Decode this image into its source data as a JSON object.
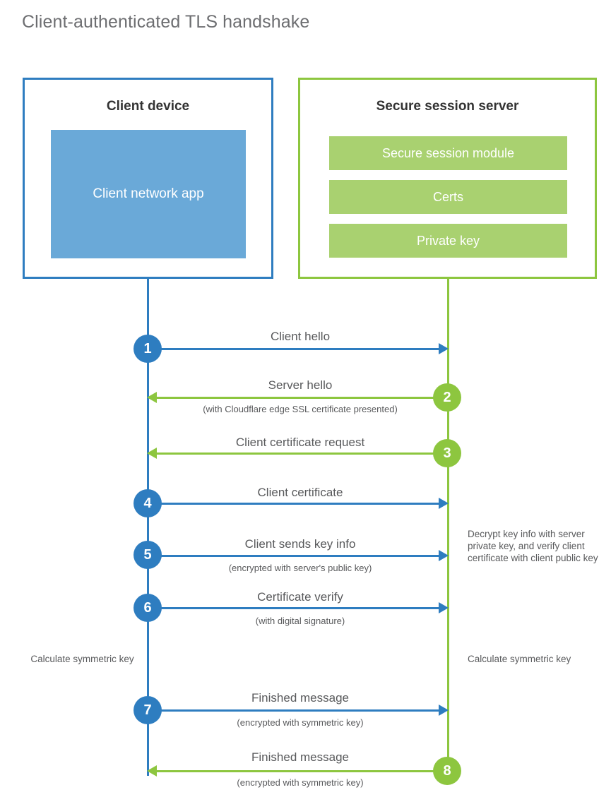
{
  "title": "Client-authenticated TLS handshake",
  "colors": {
    "blue_line": "#2e7dc0",
    "blue_fill": "#6aa9d8",
    "green_line": "#8dc63f",
    "green_fill": "#a9d170",
    "text": "#58595b",
    "title_text": "#6d6e71",
    "heading_text": "#333333"
  },
  "client": {
    "title": "Client device",
    "app_label": "Client network app"
  },
  "server": {
    "title": "Secure session server",
    "components": [
      {
        "label": "Secure session module"
      },
      {
        "label": "Certs"
      },
      {
        "label": "Private key"
      }
    ]
  },
  "steps": [
    {
      "number": "1",
      "label": "Client hello",
      "sub": "",
      "direction": "client-to-server",
      "color": "blue"
    },
    {
      "number": "2",
      "label": "Server hello",
      "sub": "(with Cloudflare edge SSL certificate presented)",
      "direction": "server-to-client",
      "color": "green"
    },
    {
      "number": "3",
      "label": "Client certificate request",
      "sub": "",
      "direction": "server-to-client",
      "color": "green"
    },
    {
      "number": "4",
      "label": "Client certificate",
      "sub": "",
      "direction": "client-to-server",
      "color": "blue"
    },
    {
      "number": "5",
      "label": "Client sends key info",
      "sub": "(encrypted with server's public key)",
      "direction": "client-to-server",
      "color": "blue"
    },
    {
      "number": "6",
      "label": "Certificate verify",
      "sub": "(with digital signature)",
      "direction": "client-to-server",
      "color": "blue"
    },
    {
      "number": "7",
      "label": "Finished message",
      "sub": "(encrypted with symmetric key)",
      "direction": "client-to-server",
      "color": "blue"
    },
    {
      "number": "8",
      "label": "Finished message",
      "sub": "(encrypted with symmetric key)",
      "direction": "server-to-client",
      "color": "green"
    }
  ],
  "annotations": {
    "server_decrypt": "Decrypt key info with server private key, and verify client certificate with client public key",
    "client_calculate": "Calculate symmetric key",
    "server_calculate": "Calculate symmetric key"
  }
}
